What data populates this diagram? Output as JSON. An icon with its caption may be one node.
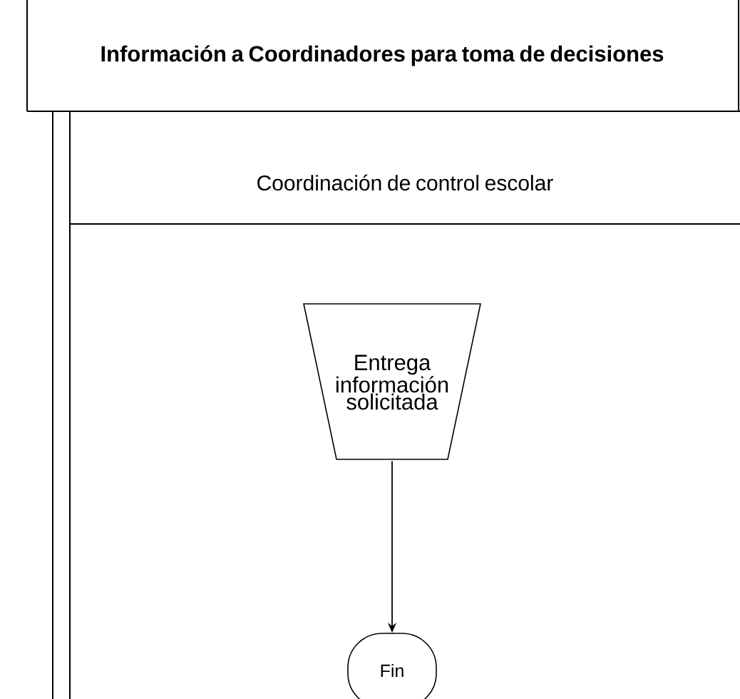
{
  "diagram": {
    "nodes": [
      {
        "text": [
          "Información a Coordinadores para toma de decisiones"
        ]
      },
      {
        "text": [
          "Coordinación de control escolar"
        ]
      },
      {
        "text": [
          "Entrega información solicitada"
        ]
      },
      {
        "text": [
          "Fin"
        ]
      }
    ],
    "edges": [
      {
        "from": 2,
        "to": 3,
        "arrow": "to"
      }
    ]
  }
}
